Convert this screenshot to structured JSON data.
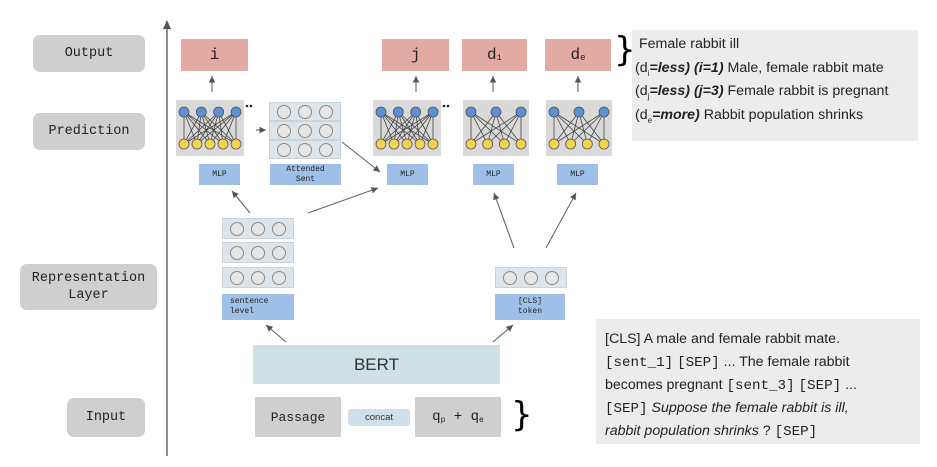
{
  "layers": {
    "output": "Output",
    "prediction": "Prediction",
    "representation_line1": "Representation",
    "representation_line2": "Layer",
    "input": "Input"
  },
  "outputs": {
    "i": "i",
    "j": "j",
    "di_base": "d",
    "di_sub": "i",
    "de_base": "d",
    "de_sub": "e"
  },
  "mlp_labels": [
    "MLP",
    "MLP",
    "MLP",
    "MLP"
  ],
  "attended_sent": {
    "line1": "Attended",
    "line2": "Sent"
  },
  "sentence_level": {
    "line1": "sentence",
    "line2": "level"
  },
  "cls_token": {
    "line1": "[CLS]",
    "line2": "token"
  },
  "bert": "BERT",
  "input": {
    "passage": "Passage",
    "concat": "concat",
    "qp_q": "q",
    "qp_sub": "p",
    "plus": " + ",
    "qe_q": "q",
    "qe_sub": "e"
  },
  "output_panel": {
    "brace": "}",
    "line1": "Female rabbit ill",
    "line2_open": "(d",
    "line2_sub": "i",
    "line2_bold": "=less)",
    "line2_bold2": "(i=1)",
    "line2_rest": "Male, female rabbit mate",
    "line3_open": "(d",
    "line3_sub": "j",
    "line3_bold": "=less)",
    "line3_bold2": "(j=3)",
    "line3_rest": "Female rabbit is pregnant",
    "line4_open": "(d",
    "line4_sub": "e",
    "line4_bold": "=more)",
    "line4_rest": "Rabbit population shrinks"
  },
  "input_panel": {
    "brace": "}",
    "l1_tok": "[CLS]",
    "l1_text": " A male and female rabbit mate.",
    "l2_tok1": "[sent_1]",
    "l2_tok2": "[SEP]",
    "l2_text": " ... The female rabbit",
    "l3_text": "becomes pregnant ",
    "l3_tok1": "[sent_3]",
    "l3_tok2": "[SEP]",
    "l3_text2": " ...",
    "l4_tok": "[SEP]",
    "l4_italic": " Suppose the female rabbit is ill,",
    "l5_italic": "rabbit population shrinks",
    "l5_q": " ? ",
    "l5_tok": "[SEP]"
  },
  "colors": {
    "output_box": "#e2aaa2",
    "mlp_box": "#9fc0e6",
    "bert_box": "#cfe0e6",
    "node_blue": "#5b8fd6",
    "node_yellow": "#f3d24c",
    "layer_label": "#cfcfcf"
  }
}
